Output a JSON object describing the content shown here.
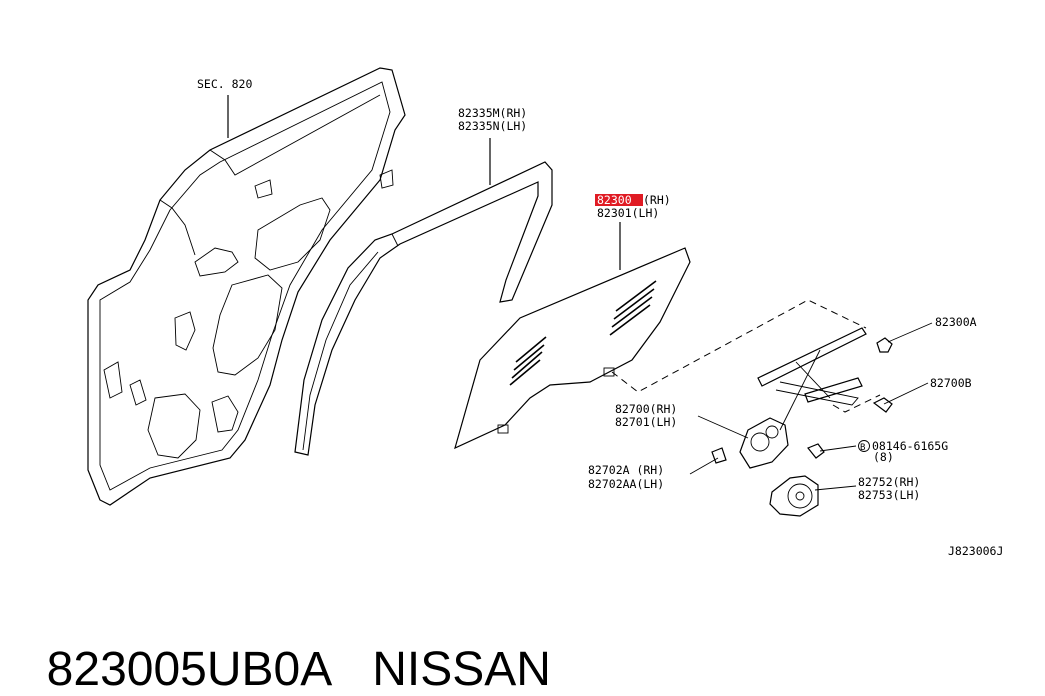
{
  "diagram": {
    "labels": {
      "sec": "SEC. 820",
      "molding_rh": "82335M(RH)",
      "molding_lh": "82335N(LH)",
      "glass_rh_code": "82300",
      "glass_rh_suffix": "(RH)",
      "glass_lh": "82301(LH)",
      "clip": "82300A",
      "regulator_b": "82700B",
      "regulator_rh": "82700(RH)",
      "regulator_lh": "82701(LH)",
      "bolt": "08146-6165G",
      "bolt_marker": "B",
      "bolt_qty": "(8)",
      "screw_rh": "82702A (RH)",
      "screw_lh": "82702AA(LH)",
      "motor_rh": "82752(RH)",
      "motor_lh": "82753(LH)",
      "drawing_code": "J823006J"
    },
    "highlight_color": "#e01b24"
  },
  "caption": {
    "part_number": "823005UB0A",
    "brand": "NISSAN"
  }
}
